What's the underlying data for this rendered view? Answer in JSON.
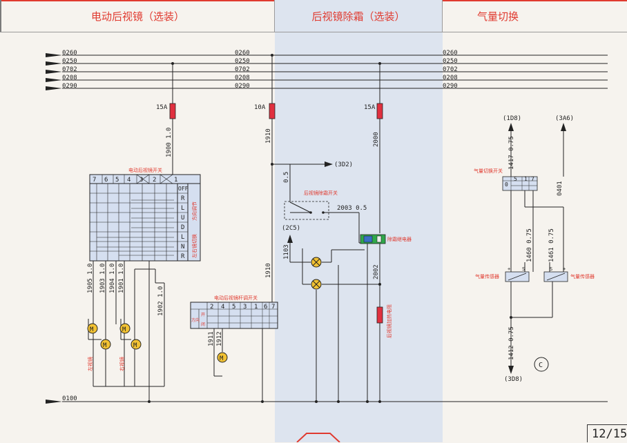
{
  "header": {
    "section1": "电动后视镜（选装）",
    "section2": "后视镜除霜（选装）",
    "section3": "气量切换"
  },
  "buses": [
    "0260",
    "0250",
    "0702",
    "0208",
    "0290"
  ],
  "ground_bus": "0100",
  "fuses": {
    "f1": "15A",
    "f2": "10A",
    "f3": "15A"
  },
  "wires": {
    "w1900": "1900 1.0",
    "w1910a": "1910",
    "w1910b": "1910",
    "w2000": "2000",
    "w05": "0.5",
    "w1103": "1103",
    "w2003": "2003 0.5",
    "w2002": "2002",
    "w1905": "1905 1.0",
    "w1903": "1903 1.0",
    "w1904": "1904 1.0",
    "w1901": "1901 1.0",
    "w1902": "1902 1.0",
    "w1911": "1911",
    "w1912": "1912",
    "w1417": "1417 0.75",
    "w0401": "0401",
    "w1460": "1460 0.75",
    "w1461": "1461 0.75",
    "w1412": "1412 0.75"
  },
  "refs": {
    "r3d2": "(3D2)",
    "r2c5": "(2C5)",
    "r1d8": "(1D8)",
    "r3a6": "(3A6)",
    "r3d8": "(3D8)",
    "circle_c": "C"
  },
  "labels": {
    "mirror_switch": "电动后视镜开关",
    "direction_adjust": "方向调节",
    "left_right_switch": "左右镜切换",
    "defrost_switch": "后视镜除霜开关",
    "defrost_relay": "除霜继电器",
    "heater": "后视镜加热电阻",
    "lever_switch": "电动后视镜杆调开关",
    "lever_dir": "方向",
    "lever_open": "开",
    "lever_close": "闭",
    "left_mirror": "左视镜",
    "right_mirror": "右视镜",
    "air_switch": "气量切换开关",
    "air_sensor1": "气量传感器",
    "air_sensor2": "气量传感器",
    "motor": "M"
  },
  "switch_top": [
    "7",
    "6",
    "5",
    "4",
    "3",
    "2",
    "1"
  ],
  "switch_rows": [
    "OFF",
    "R",
    "L",
    "U",
    "D",
    "L",
    "N",
    "R"
  ],
  "lever_top": [
    "2",
    "4",
    "5",
    "3",
    "1",
    "6",
    "7"
  ],
  "air_switch_top": [
    "5",
    "1",
    "7"
  ],
  "air_switch_side": "0",
  "page_number": "12/15"
}
